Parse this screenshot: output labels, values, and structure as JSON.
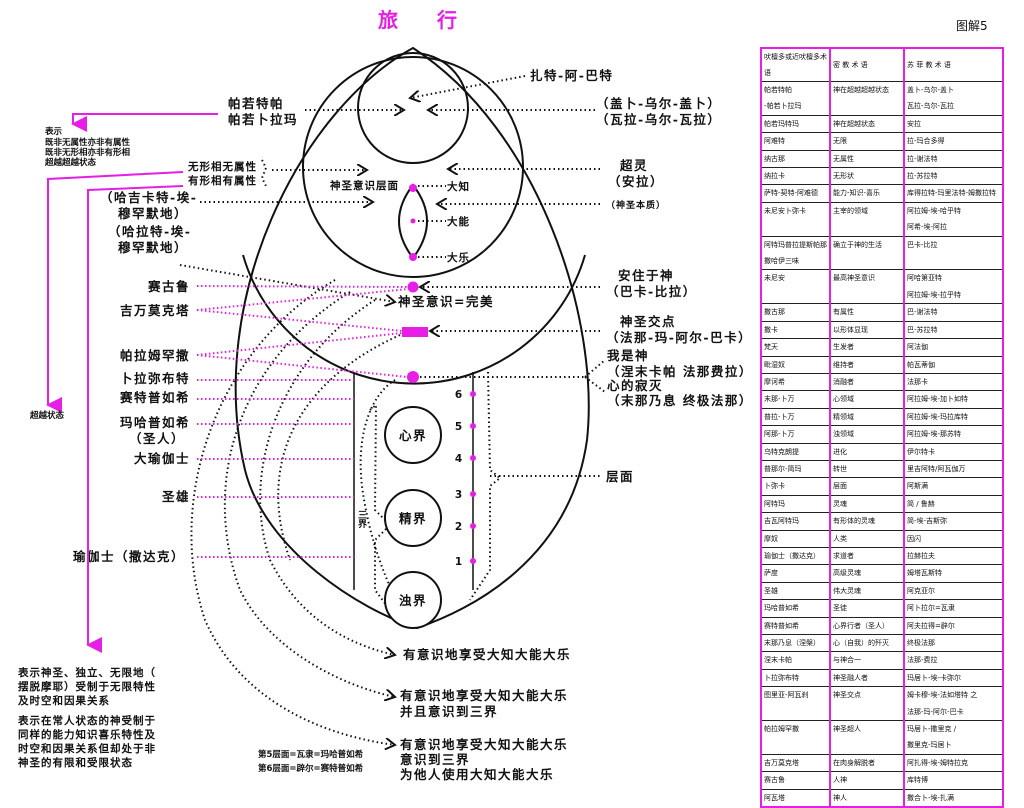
{
  "title": "旅 行",
  "figure_label": "图解5",
  "top": {
    "zat": "扎特-阿-巴特",
    "parat_1": "帕若特帕",
    "parat_2": "帕若卜拉玛",
    "gaib_1": "（盖卜-乌尔-盖卜）",
    "gaib_2": "（瓦拉-乌尔-瓦拉）",
    "oversoul": "超灵",
    "allah": "（安拉）",
    "essence": "（神圣本质）",
    "formless_1": "无形相无属性",
    "formless_2": "有形相有属性",
    "haqiqat_1": "（哈吉卡特-埃-",
    "haqiqat_2": "穆罕默地）",
    "haqiqat_b_1": "（哈拉特-埃-",
    "haqiqat_b_2": "穆罕默地）",
    "plane_label": "神圣意识层面",
    "knowledge": "大知",
    "power": "大能",
    "bliss": "大乐",
    "perfect": "神圣意识=完美"
  },
  "left_notes": {
    "note1_title": "表示",
    "note1_lines": [
      "既非无属性亦非有属性",
      "既非无形相亦非有形相",
      "超越超越状态"
    ],
    "beyond": "超越状态",
    "note2_lines": [
      "表示神圣、独立、无限地（",
      "摆脱摩耶）受制于无限特性",
      "及时空和因果关系"
    ],
    "note3_lines": [
      "表示在常人状态的神受制于",
      "同样的能力知识喜乐特性及",
      "时空和因果关系但却处于非",
      "神圣的有限和受限状态"
    ]
  },
  "beings": [
    "赛古鲁",
    "吉万莫克塔",
    "帕拉姆罕撒",
    "卜拉弥布特",
    "赛特普如希",
    "玛哈普如希",
    "（圣人）",
    "大瑜伽士",
    "圣雄",
    "瑜伽士（撒达克）"
  ],
  "right": {
    "baqa_1": "安住于神",
    "baqa_2": "（巴卡-比拉）",
    "junction_1": "神圣交点",
    "junction_2": "（法那-玛-阿尔-巴卡）",
    "iamgod_1": "我是神",
    "iamgod_2": "（涅末卡帕  法那费拉）",
    "mind_1": "心的寂灭",
    "mind_2": "（末那乃息  终极法那）",
    "planes": "层面"
  },
  "worlds": {
    "mental": "心界",
    "subtle": "精界",
    "gross": "浊界",
    "three": "三界"
  },
  "plane_numbers": [
    "6",
    "5",
    "4",
    "3",
    "2",
    "1"
  ],
  "bottom": {
    "enjoy": "有意识地享受大知大能大乐",
    "enjoy2_1": "有意识地享受大知大能大乐",
    "enjoy2_2": "并且意识到三界",
    "enjoy3_1": "有意识地享受大知大能大乐",
    "enjoy3_2": "意识到三界",
    "enjoy3_3": "为他人使用大知大能大乐",
    "plane5": "第5层面=瓦隶=玛哈普如希",
    "plane6": "第6层面=辟尔=赛特普如希"
  },
  "table": {
    "headers": [
      "吠檀多或近吠檀多术语",
      "密 教 术 语",
      "苏 菲 教 术 语"
    ],
    "rows": [
      [
        [
          "帕若特帕",
          "  -帕若卜拉玛"
        ],
        [
          "神在超越超越状态"
        ],
        [
          "盖卜-乌尔-盖卜",
          "瓦拉-乌尔-瓦拉"
        ]
      ],
      [
        [
          "帕若玛特玛"
        ],
        [
          "神在超越状态"
        ],
        [
          "安拉"
        ]
      ],
      [
        [
          "阿难特"
        ],
        [
          "无限"
        ],
        [
          "拉-玛合多得"
        ]
      ],
      [
        [
          "纳古那"
        ],
        [
          "无属性"
        ],
        [
          "拉-谢法特"
        ]
      ],
      [
        [
          "纳拉卡"
        ],
        [
          "无形状"
        ],
        [
          "拉-苏拉特"
        ]
      ],
      [
        [
          "萨特-契特-阿难德"
        ],
        [
          "能力-知识-喜乐"
        ],
        [
          "库得拉特-玛里法特-姆撒拉特"
        ]
      ],
      [
        [
          "未尼安卜弥卡"
        ],
        [
          "主宰的领域"
        ],
        [
          "阿拉姆-埃-哈乎特",
          "阿希-埃-阿拉"
        ]
      ],
      [
        [
          "阿特玛普拉提斯帕那",
          "撒哈伊三味"
        ],
        [
          "确立于神的生活"
        ],
        [
          "巴卡-比拉"
        ]
      ],
      [
        [
          "未尼安"
        ],
        [
          "最高神圣意识"
        ],
        [
          "阿哈第亚特",
          "阿拉姆-埃-拉乎特"
        ]
      ],
      [
        [
          "撒古那"
        ],
        [
          "有属性"
        ],
        [
          "巴-谢法特"
        ]
      ],
      [
        [
          "撒卡"
        ],
        [
          "以形体显现"
        ],
        [
          "巴-苏拉特"
        ]
      ],
      [
        [
          "梵天"
        ],
        [
          "生发者"
        ],
        [
          "阿法伽"
        ]
      ],
      [
        [
          "毗湿奴"
        ],
        [
          "维持者"
        ],
        [
          "帕瓦蒂伽"
        ]
      ],
      [
        [
          "摩诃希"
        ],
        [
          "消融者"
        ],
        [
          "法那卡"
        ]
      ],
      [
        [
          "末那-卜万"
        ],
        [
          "心领域"
        ],
        [
          "阿拉姆-埃-加卜如特"
        ]
      ],
      [
        [
          "普拉-卜万"
        ],
        [
          "精领域"
        ],
        [
          "阿拉姆-埃-玛拉库特"
        ]
      ],
      [
        [
          "阿那-卜万"
        ],
        [
          "浊领域"
        ],
        [
          "阿拉姆-埃-那苏特"
        ]
      ],
      [
        [
          "乌特克朗提"
        ],
        [
          "进化"
        ],
        [
          "伊尔特卡"
        ]
      ],
      [
        [
          "普那尔-简玛"
        ],
        [
          "转世"
        ],
        [
          "里吉阿特/阿瓦伽万"
        ]
      ],
      [
        [
          "卜弥卡"
        ],
        [
          "层面"
        ],
        [
          "阿斯满"
        ]
      ],
      [
        [
          "阿特玛"
        ],
        [
          "灵魂"
        ],
        [
          "简 / 鲁赫"
        ]
      ],
      [
        [
          "吉瓦阿特玛"
        ],
        [
          "有形体的灵魂"
        ],
        [
          "简-埃-吉斯弥"
        ]
      ],
      [
        [
          "摩奴"
        ],
        [
          "人类"
        ],
        [
          "因闪"
        ]
      ],
      [
        [
          "瑜伽士（撒达克）"
        ],
        [
          "求道者"
        ],
        [
          "拉赫拉夫"
        ]
      ],
      [
        [
          "萨度"
        ],
        [
          "高级灵魂"
        ],
        [
          "姆塔瓦斯特"
        ]
      ],
      [
        [
          "圣雄"
        ],
        [
          "伟大灵魂"
        ],
        [
          "阿克亚尔"
        ]
      ],
      [
        [
          "玛哈普如希"
        ],
        [
          "圣徒"
        ],
        [
          "阿卜拉尔=瓦隶"
        ]
      ],
      [
        [
          "赛特普如希"
        ],
        [
          "心界行者（圣人）"
        ],
        [
          "阿夫拉得=辟尔"
        ]
      ],
      [
        [
          "末那乃息（涅槃）"
        ],
        [
          "心（自我）的歼灭"
        ],
        [
          "终极法那"
        ]
      ],
      [
        [
          "涅末卡帕"
        ],
        [
          "与神合一"
        ],
        [
          "法那-费拉"
        ]
      ],
      [
        [
          "卜拉弥布特"
        ],
        [
          "神圣融人者"
        ],
        [
          "玛居卜-埃-卡弥尔"
        ]
      ],
      [
        [
          "图里亚-阿瓦刹"
        ],
        [
          "神圣交点"
        ],
        [
          "姆卡穆-埃-法如塔特 之",
          "法那-玛-阿尔-巴卡"
        ]
      ],
      [
        [
          "帕拉姆罕撒"
        ],
        [
          "神圣超人"
        ],
        [
          "玛居卜-撒里克 /",
          "撒里克-玛居卜"
        ]
      ],
      [
        [
          "吉万莫克塔"
        ],
        [
          "在肉身解脱者"
        ],
        [
          "阿扎得-埃-姆特拉克"
        ]
      ],
      [
        [
          "赛古鲁"
        ],
        [
          "人神"
        ],
        [
          "库特博"
        ]
      ],
      [
        [
          "阿瓦塔"
        ],
        [
          "神人"
        ],
        [
          "撒合卜-埃-扎满"
        ]
      ]
    ]
  },
  "colors": {
    "accent": "#e61ee6",
    "ink": "#111111"
  }
}
